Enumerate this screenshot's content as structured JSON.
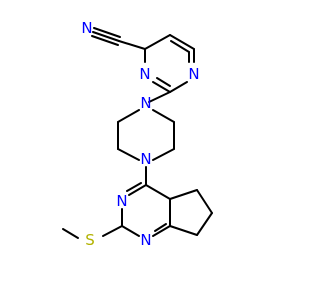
{
  "structure": {
    "colors": {
      "carbon_bond": "#000000",
      "nitrogen": "#0000FF",
      "sulfur": "#B2B200",
      "background": "#FFFFFF"
    },
    "atoms": {
      "nitrile_n": "N",
      "pyrimidine_n_upper": "N",
      "pyrimidine_n_lower": "N",
      "piperazine_n_top": "N",
      "piperazine_n_bottom": "N",
      "cp_pyrimidine_n_left": "N",
      "cp_pyrimidine_n_bottom": "N",
      "thioether_s": "S"
    }
  }
}
